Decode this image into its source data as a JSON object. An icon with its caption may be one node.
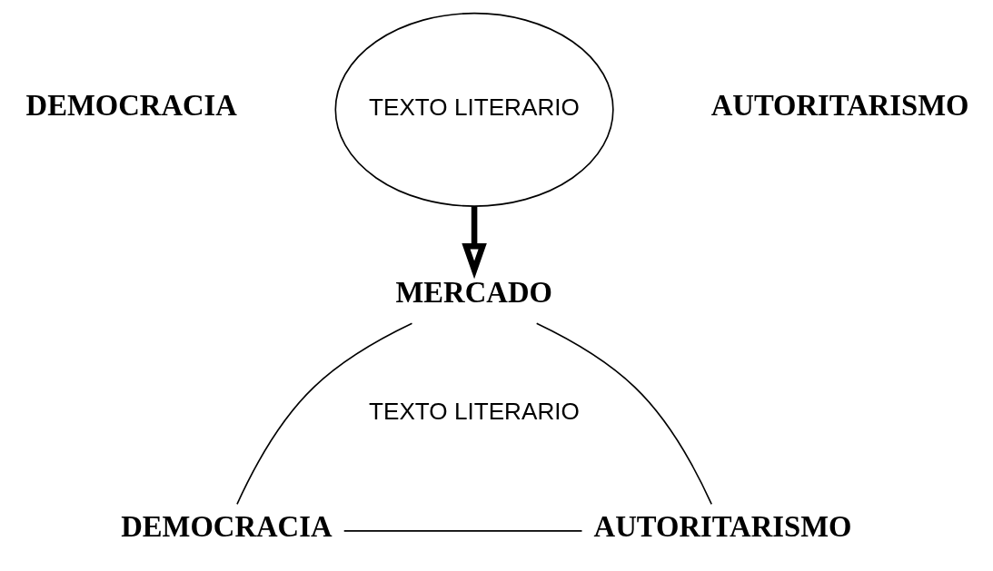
{
  "diagram": {
    "nodes": [
      {
        "text": [
          "TEXTO LITERARIO"
        ],
        "beside": [
          "DEMOCRACIA",
          "AUTORITARISMO"
        ]
      },
      {
        "text": [
          "MERCADO"
        ]
      },
      {
        "text": [
          "DEMOCRACIA"
        ]
      },
      {
        "text": [
          "AUTORITARISMO"
        ]
      }
    ],
    "edges": [
      {
        "from": 0,
        "to": 1,
        "arrow": "to",
        "style": "thick"
      },
      {
        "from": 1,
        "to": 2,
        "arrow": "none"
      },
      {
        "from": 1,
        "to": 3,
        "arrow": "none"
      },
      {
        "from": 2,
        "to": 3,
        "arrow": "none"
      }
    ],
    "labels": [
      "TEXTO LITERARIO"
    ]
  }
}
